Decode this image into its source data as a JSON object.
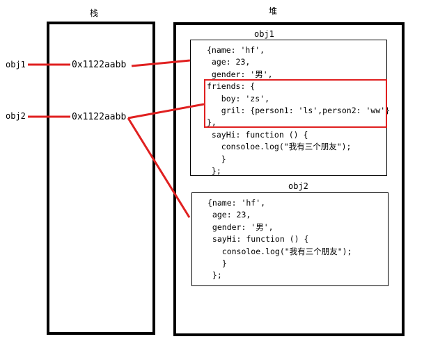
{
  "headers": {
    "stack": "栈",
    "heap": "堆"
  },
  "variables": {
    "obj1": "obj1",
    "obj2": "obj2"
  },
  "stack": {
    "addr1": "0x1122aabb",
    "addr2": "0x1122aabb"
  },
  "heap": {
    "obj1_title": "obj1",
    "obj2_title": "obj2",
    "obj1_code": "{name: 'hf',\n age: 23,\n gender: '男',\nfriends: {\n   boy: 'zs',\n   gril: {person1: 'ls',person2: 'ww'}\n},\n sayHi: function () {\n   consoloe.log(\"我有三个朋友\");\n   }\n };",
    "obj2_code": "{name: 'hf',\n age: 23,\n gender: '男',\n sayHi: function () {\n   consoloe.log(\"我有三个朋友\");\n   }\n };"
  },
  "colors": {
    "pointer": "#e02020",
    "border": "#000000"
  }
}
